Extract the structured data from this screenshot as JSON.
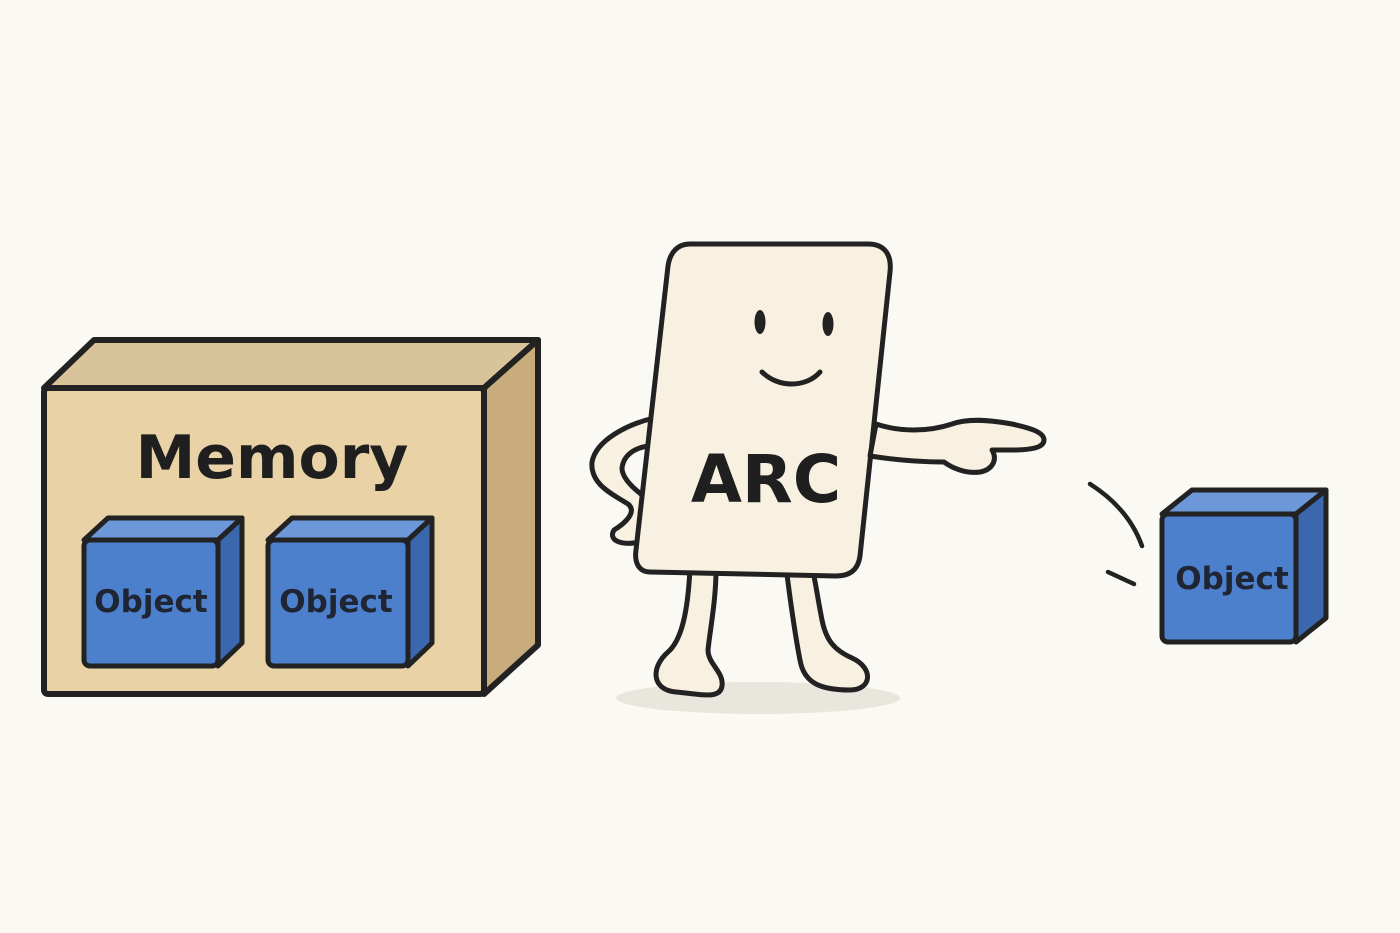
{
  "memory_box": {
    "label": "Memory"
  },
  "objects_in_memory": [
    {
      "label": "Object"
    },
    {
      "label": "Object"
    }
  ],
  "arc_character": {
    "label": "ARC"
  },
  "released_object": {
    "label": "Object"
  },
  "colors": {
    "background": "#fbf9f4",
    "box_front": "#e8d2a6",
    "box_top": "#d9c39a",
    "box_side": "#c9ac7c",
    "object_front": "#4d80cc",
    "object_top": "#6c98d9",
    "object_side": "#3a67ad",
    "character_body": "#f8f1e1",
    "outline": "#222222"
  }
}
